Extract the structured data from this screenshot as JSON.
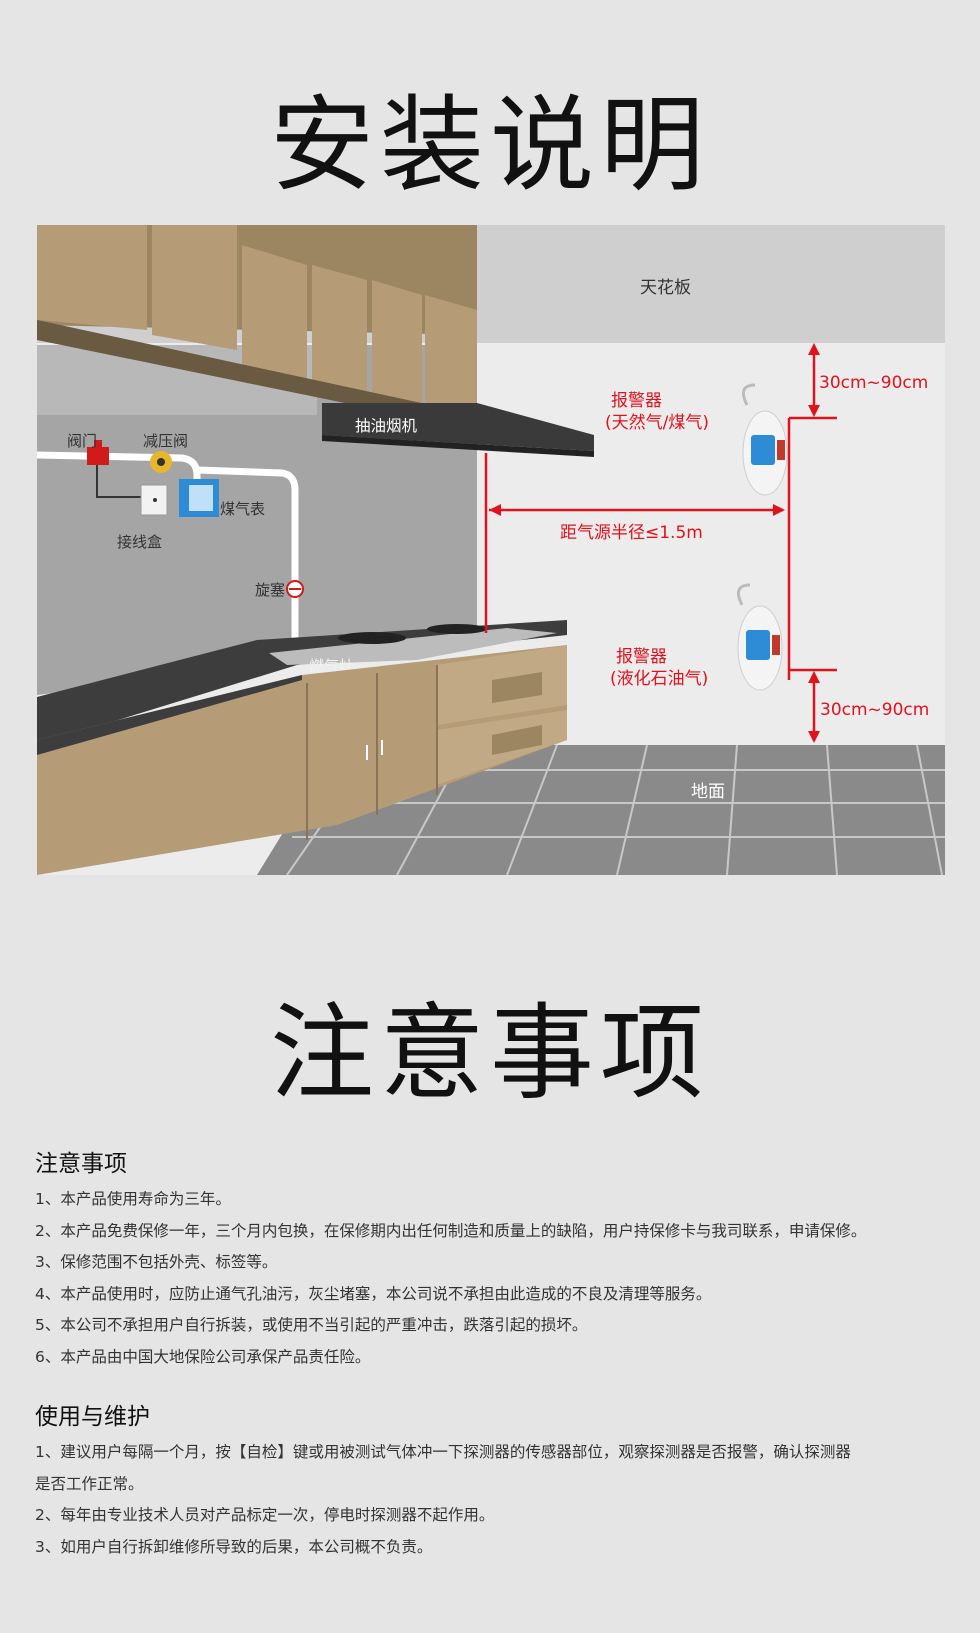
{
  "install": {
    "title": "安装说明",
    "labels": {
      "ceiling": "天花板",
      "floor": "地面",
      "range_hood": "抽油烟机",
      "valve": "阀门",
      "pressure_reducer": "减压阀",
      "gas_meter": "煤气表",
      "junction_box": "接线盒",
      "plug_valve": "旋塞",
      "gas_stove": "燃气灶",
      "alarm_top_line1": "报警器",
      "alarm_top_line2": "(天然气/煤气)",
      "alarm_bottom_line1": "报警器",
      "alarm_bottom_line2": "(液化石油气)",
      "distance_top": "30cm~90cm",
      "distance_bottom": "30cm~90cm",
      "radius": "距气源半径≤1.5m"
    }
  },
  "notice": {
    "title": "注意事项"
  },
  "notes": {
    "heading": "注意事项",
    "items": [
      "1、本产品使用寿命为三年。",
      "2、本产品免费保修一年，三个月内包换，在保修期内出任何制造和质量上的缺陷，用户持保修卡与我司联系，申请保修。",
      "3、保修范围不包括外壳、标签等。",
      "4、本产品使用时，应防止通气孔油污，灰尘堵塞，本公司说不承担由此造成的不良及清理等服务。",
      "5、本公司不承担用户自行拆装，或使用不当引起的严重冲击，跌落引起的损坏。",
      "6、本产品由中国大地保险公司承保产品责任险。"
    ]
  },
  "maintenance": {
    "heading": "使用与维护",
    "items": [
      "1、建议用户每隔一个月，按【自检】键或用被测试气体冲一下探测器的传感器部位，观察探测器是否报警，确认探测器",
      "是否工作正常。",
      "2、每年由专业技术人员对产品标定一次，停电时探测器不起作用。",
      "3、如用户自行拆卸维修所导致的后果，本公司概不负责。"
    ]
  },
  "colors": {
    "accent_red": "#e0121e",
    "cabinet": "#b59c77",
    "background": "#e5e5e5"
  }
}
